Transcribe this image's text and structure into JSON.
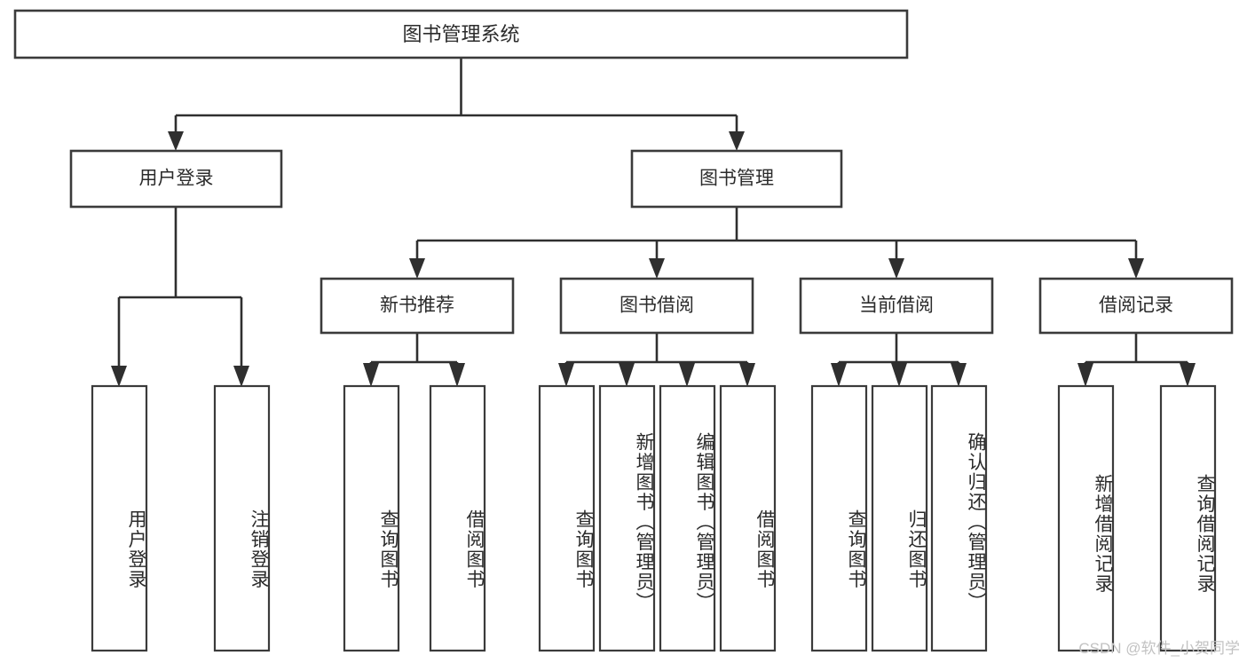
{
  "diagram": {
    "type": "tree-hierarchy",
    "title": "图书管理系统",
    "watermark": "CSDN @软件_小贺同学",
    "colors": {
      "background": "#ffffff",
      "box_fill": "#ffffff",
      "box_stroke": "#3b3b3b",
      "connector": "#2f2f2f",
      "text": "#2b2b2b",
      "watermark": "#c2c2c2"
    },
    "root": {
      "label": "图书管理系统"
    },
    "level2": [
      {
        "label": "用户登录"
      },
      {
        "label": "图书管理"
      }
    ],
    "level3": [
      {
        "label": "新书推荐"
      },
      {
        "label": "图书借阅"
      },
      {
        "label": "当前借阅"
      },
      {
        "label": "借阅记录"
      }
    ],
    "leaves": {
      "user_login": [
        {
          "label": "用户登录"
        },
        {
          "label": "注销登录"
        }
      ],
      "new_book_recommend": [
        {
          "label": "查询图书"
        },
        {
          "label": "借阅图书"
        }
      ],
      "book_borrow": [
        {
          "label": "查询图书"
        },
        {
          "label": "新增图书（管理员）"
        },
        {
          "label": "编辑图书（管理员）"
        },
        {
          "label": "借阅图书"
        }
      ],
      "current_borrow": [
        {
          "label": "查询图书"
        },
        {
          "label": "归还图书"
        },
        {
          "label": "确认归还（管理员）"
        }
      ],
      "borrow_record": [
        {
          "label": "新增借阅记录"
        },
        {
          "label": "查询借阅记录"
        }
      ]
    }
  }
}
